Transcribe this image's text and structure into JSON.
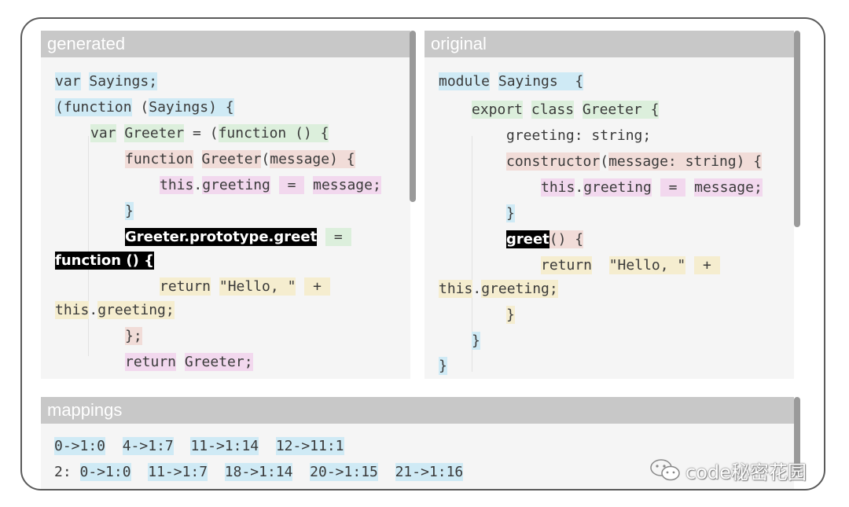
{
  "panels": {
    "generated": {
      "title": "generated",
      "lines": [
        [
          {
            "t": "var",
            "c": "blue"
          },
          {
            "t": " "
          },
          {
            "t": "Sayings",
            "c": "blue"
          },
          {
            "t": ";",
            "c": "blue"
          }
        ],
        [
          {
            "t": "(",
            "c": "blue"
          },
          {
            "t": "function",
            "c": "blue"
          },
          {
            "t": " ("
          },
          {
            "t": "Sayings",
            "c": "blue"
          },
          {
            "t": ") {",
            "c": "blue"
          }
        ],
        [
          {
            "t": "var",
            "c": "green"
          },
          {
            "t": " "
          },
          {
            "t": "Greeter",
            "c": "green"
          },
          {
            "t": " = ("
          },
          {
            "t": "function",
            "c": "green"
          },
          {
            "t": " () {",
            "c": "green"
          }
        ],
        [
          {
            "t": "function",
            "c": "rose"
          },
          {
            "t": " "
          },
          {
            "t": "Greeter",
            "c": "rose"
          },
          {
            "t": "("
          },
          {
            "t": "message",
            "c": "rose"
          },
          {
            "t": ") {",
            "c": "rose"
          }
        ],
        [
          {
            "t": "this",
            "c": "pink"
          },
          {
            "t": "."
          },
          {
            "t": "greeting",
            "c": "pink"
          },
          {
            "t": " "
          },
          {
            "t": " = ",
            "c": "pink"
          },
          {
            "t": " "
          },
          {
            "t": "message",
            "c": "pink"
          },
          {
            "t": ";",
            "c": "pink"
          }
        ],
        [
          {
            "t": "}",
            "c": "blue"
          }
        ],
        [
          {
            "t": "Greeter.prototype.greet",
            "c": "black"
          },
          {
            "t": " "
          },
          {
            "t": " = ",
            "c": "green"
          }
        ],
        [
          {
            "t": "function () {",
            "c": "black"
          }
        ],
        [
          {
            "t": "return",
            "c": "yellow"
          },
          {
            "t": " "
          },
          {
            "t": "\"Hello, \"",
            "c": "yellow"
          },
          {
            "t": " "
          },
          {
            "t": " + ",
            "c": "yellow"
          }
        ],
        [
          {
            "t": "this",
            "c": "yellow"
          },
          {
            "t": "."
          },
          {
            "t": "greeting",
            "c": "yellow"
          },
          {
            "t": ";",
            "c": "yellow"
          }
        ],
        [
          {
            "t": "}",
            "c": "rose"
          },
          {
            "t": ";",
            "c": "rose"
          }
        ],
        [
          {
            "t": "return",
            "c": "pink"
          },
          {
            "t": " "
          },
          {
            "t": "Greeter",
            "c": "pink"
          },
          {
            "t": ";",
            "c": "pink"
          }
        ]
      ]
    },
    "original": {
      "title": "original",
      "lines": [
        [
          {
            "t": "module",
            "c": "blue"
          },
          {
            "t": " "
          },
          {
            "t": "Sayings",
            "c": "blue"
          },
          {
            "t": "  {",
            "c": "blue"
          }
        ],
        [
          {
            "t": "export",
            "c": "green"
          },
          {
            "t": " "
          },
          {
            "t": "class",
            "c": "green"
          },
          {
            "t": " "
          },
          {
            "t": "Greeter",
            "c": "green"
          },
          {
            "t": " {",
            "c": "green"
          }
        ],
        [
          {
            "t": "greeting: string;"
          }
        ],
        [
          {
            "t": "constructor",
            "c": "rose"
          },
          {
            "t": "("
          },
          {
            "t": "message: string",
            "c": "rose"
          },
          {
            "t": ") {",
            "c": "rose"
          }
        ],
        [
          {
            "t": "this",
            "c": "pink"
          },
          {
            "t": "."
          },
          {
            "t": "greeting",
            "c": "pink"
          },
          {
            "t": " "
          },
          {
            "t": " = ",
            "c": "pink"
          },
          {
            "t": " "
          },
          {
            "t": "message",
            "c": "pink"
          },
          {
            "t": ";",
            "c": "pink"
          }
        ],
        [
          {
            "t": "}",
            "c": "blue"
          }
        ],
        [
          {
            "t": "greet",
            "c": "black"
          },
          {
            "t": "() {",
            "c": "rose"
          }
        ],
        [
          {
            "t": "return",
            "c": "yellow"
          },
          {
            "t": "  "
          },
          {
            "t": "\"Hello, \"",
            "c": "yellow"
          },
          {
            "t": " "
          },
          {
            "t": " + ",
            "c": "yellow"
          }
        ],
        [
          {
            "t": "this",
            "c": "yellow"
          },
          {
            "t": "."
          },
          {
            "t": "greeting",
            "c": "yellow"
          },
          {
            "t": ";",
            "c": "yellow"
          }
        ],
        [
          {
            "t": "}",
            "c": "yellow"
          }
        ],
        [
          {
            "t": "}",
            "c": "blue"
          }
        ],
        [
          {
            "t": "}",
            "c": "blue"
          }
        ]
      ]
    },
    "mappings": {
      "title": "mappings",
      "lines": [
        [
          {
            "t": "0->1:0",
            "c": "blue"
          },
          {
            "t": "  "
          },
          {
            "t": "4->1:7",
            "c": "blue"
          },
          {
            "t": "  "
          },
          {
            "t": "11->1:14",
            "c": "blue"
          },
          {
            "t": "  "
          },
          {
            "t": "12->11:1",
            "c": "blue"
          }
        ],
        [
          {
            "t": "2: "
          },
          {
            "t": "0->1:0",
            "c": "blue"
          },
          {
            "t": "  "
          },
          {
            "t": "11->1:7",
            "c": "blue"
          },
          {
            "t": "  "
          },
          {
            "t": "18->1:14",
            "c": "blue"
          },
          {
            "t": "  "
          },
          {
            "t": "20->1:15",
            "c": "blue"
          },
          {
            "t": "  "
          },
          {
            "t": "21->1:16",
            "c": "blue"
          }
        ]
      ]
    }
  },
  "watermark": {
    "text": "code秘密花园",
    "icon": "wechat-icon"
  },
  "colors": {
    "header": "#c8c8c8",
    "panel_bg": "#f5f5f5",
    "blue": "#cfeaf5",
    "green": "#dcefdc",
    "rose": "#f1dcd8",
    "pink": "#f2d8ee",
    "yellow": "#f5edcf",
    "selection": "#000000"
  }
}
